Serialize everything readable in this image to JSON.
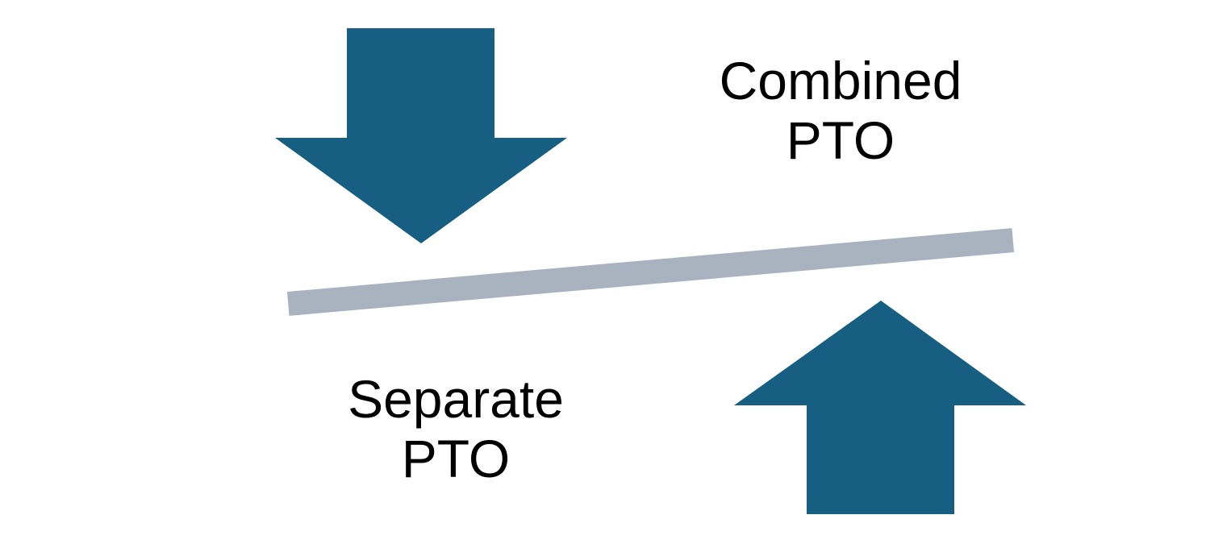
{
  "diagram": {
    "type": "seesaw-balance",
    "combined_label": "Combined\nPTO",
    "separate_label": "Separate\nPTO",
    "icons": {
      "down": "down-arrow-icon",
      "up": "up-arrow-icon",
      "beam": "seesaw-beam"
    }
  },
  "colors": {
    "arrow": "#165F82",
    "beam": "#A9B3BF",
    "text": "#000000",
    "background": "#FFFFFF"
  }
}
